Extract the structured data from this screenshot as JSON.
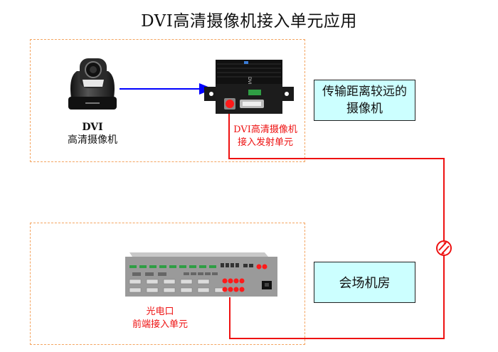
{
  "title": "DVI高清摄像机接入单元应用",
  "camera": {
    "label_line1": "DVI",
    "label_line2": "高清摄像机",
    "icon": "ptz-camera-icon"
  },
  "transmitter": {
    "label_line1": "DVI高清摄像机",
    "label_line2": "接入发射单元",
    "icon": "transmitter-device-icon"
  },
  "receiver": {
    "label_line1": "光电口",
    "label_line2": "前端接入单元",
    "icon": "rack-receiver-icon"
  },
  "notes": {
    "remote_camera_line1": "传输距离较远的",
    "remote_camera_line2": "摄像机",
    "control_room": "会场机房"
  },
  "links": {
    "video_link": "blue-arrow",
    "fiber_link": "red-fiber-line",
    "fiber_symbol": "fiber-transceiver-icon"
  },
  "colors": {
    "zone_border": "#f4a460",
    "fiber": "#ee1111",
    "video_arrow": "#0000ff",
    "note_fill": "#ccffff"
  }
}
